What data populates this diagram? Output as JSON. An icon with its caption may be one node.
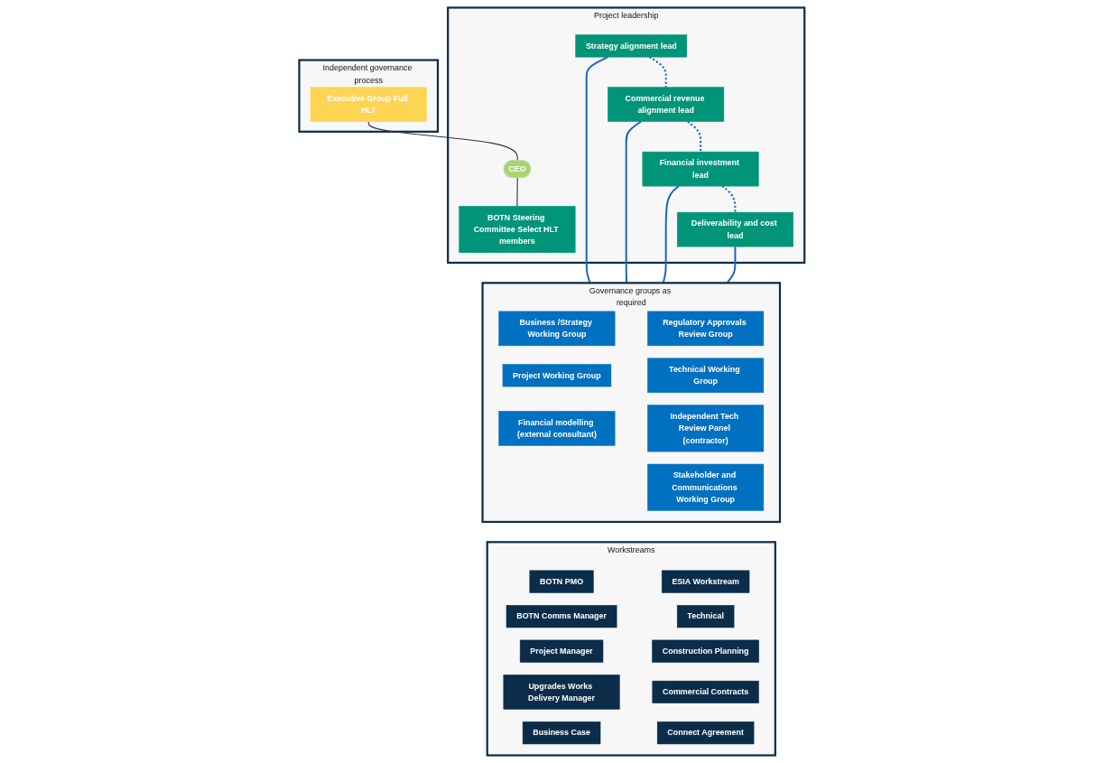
{
  "diagram": {
    "nodes": [
      {
        "text": [
          "Independent governance process"
        ]
      },
      {
        "text": [
          "Executive Group Full HLT"
        ],
        "in": 0
      },
      {
        "text": [
          "Project leadership"
        ]
      },
      {
        "text": [
          "CEO"
        ],
        "in": 2
      },
      {
        "text": [
          "BOTN Steering Committee Select HLT members"
        ],
        "in": 2
      },
      {
        "text": [
          "Strategy alignment lead"
        ],
        "in": 2
      },
      {
        "text": [
          "Commercial revenue alignment lead"
        ],
        "in": 2
      },
      {
        "text": [
          "Financial investment lead"
        ],
        "in": 2
      },
      {
        "text": [
          "Deliverability and cost lead"
        ],
        "in": 2
      },
      {
        "text": [
          "Governance groups as required"
        ]
      },
      {
        "text": [
          "Financial modelling (external consultant)"
        ],
        "in": 9
      },
      {
        "text": [
          "Independent Tech Review Panel (contractor)"
        ],
        "in": 9
      },
      {
        "text": [
          "Business /Strategy Working Group"
        ],
        "in": 9
      },
      {
        "text": [
          "Stakeholder and Communications Working Group"
        ],
        "in": 9
      },
      {
        "text": [
          "Project Working Group"
        ],
        "in": 9
      },
      {
        "text": [
          "Regulatory Approvals Review Group"
        ],
        "in": 9
      },
      {
        "text": [
          "Technical Working Group"
        ],
        "in": 9
      },
      {
        "text": [
          "Workstreams"
        ]
      },
      {
        "text": [
          "BOTN PMO"
        ],
        "in": 17
      },
      {
        "text": [
          "BOTN Comms Manager"
        ],
        "in": 17
      },
      {
        "text": [
          "Project Manager"
        ],
        "in": 17
      },
      {
        "text": [
          "Upgrades Works Delivery Manager"
        ],
        "in": 17
      },
      {
        "text": [
          "Business Case"
        ],
        "in": 17
      },
      {
        "text": [
          "ESIA Workstream"
        ],
        "in": 17
      },
      {
        "text": [
          "Technical"
        ],
        "in": 17
      },
      {
        "text": [
          "Construction Planning"
        ],
        "in": 17
      },
      {
        "text": [
          "Commercial Contracts"
        ],
        "in": 17
      },
      {
        "text": [
          "Connect Agreement"
        ],
        "in": 17
      }
    ],
    "edges": [
      {
        "from": 1,
        "to": 3,
        "arrow": "none",
        "color": "#333333"
      },
      {
        "from": 3,
        "to": 4,
        "arrow": "none",
        "color": "#333333"
      },
      {
        "from": 5,
        "to": 6,
        "arrow": "none",
        "style": "dashed"
      },
      {
        "from": 6,
        "to": 7,
        "arrow": "none",
        "style": "dashed"
      },
      {
        "from": 7,
        "to": 8,
        "arrow": "none",
        "style": "dashed"
      },
      {
        "from": 5,
        "to": 9,
        "arrow": "none"
      },
      {
        "from": 6,
        "to": 9,
        "arrow": "none"
      },
      {
        "from": 7,
        "to": 9,
        "arrow": "none"
      },
      {
        "from": 8,
        "to": 9,
        "arrow": "none"
      }
    ]
  }
}
